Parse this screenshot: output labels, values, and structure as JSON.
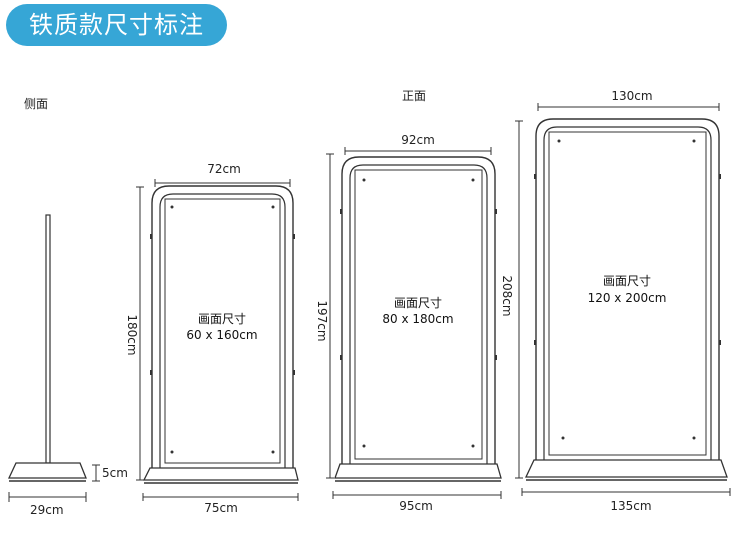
{
  "title": "铁质款尺寸标注",
  "labels": {
    "side": "侧面",
    "front": "正面"
  },
  "side_view": {
    "base_height": "5cm",
    "base_width": "29cm"
  },
  "stands": [
    {
      "top_width": "72cm",
      "height": "180cm",
      "base_width": "75cm",
      "inner_label": "画面尺寸",
      "inner_size": "60 x 160cm"
    },
    {
      "top_width": "92cm",
      "height": "197cm",
      "base_width": "95cm",
      "inner_label": "画面尺寸",
      "inner_size": "80 x 180cm"
    },
    {
      "top_width": "130cm",
      "height": "208cm",
      "base_width": "135cm",
      "inner_label": "画面尺寸",
      "inner_size": "120 x 200cm"
    }
  ],
  "colors": {
    "accent": "#36a6d6",
    "line": "#333333"
  }
}
